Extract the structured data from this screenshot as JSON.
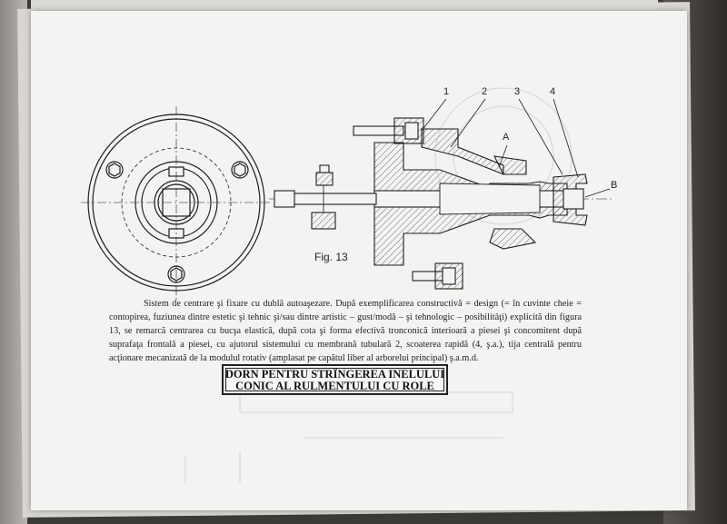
{
  "figure": {
    "label": "Fig. 13",
    "callouts": [
      "1",
      "2",
      "3",
      "4",
      "A",
      "B"
    ]
  },
  "caption": {
    "lines": [
      "Sistem de centrare şi fixare cu dublă autoaşezare. După exemplificarea constructivă = design (= în cuvinte cheie =",
      "contopirea, fuziunea dintre estetic şi tehnic şi/sau dintre artistic – gust/modă – şi tehnologic – posibilităţi) explicită din",
      "figura 13, se remarcă centrarea cu bucşa elastică, după cota şi forma efectivă tronconică interioară a piesei şi",
      "concomitent după suprafaţa frontală a piesei, cu ajutorul sistemului cu membrană tubulară 2, scoaterea rapidă (4, ş.a.),",
      "tija centrală pentru acţionare mecanizată de la modulul rotativ (amplasat pe capătul liber al arborelui principal) ş.a.m.d."
    ]
  },
  "title": {
    "line1": "DORN PENTRU STRÎNGEREA INELULUI",
    "line2": "CONIC AL RULMENTULUI CU ROLE"
  },
  "colors": {
    "page": "#f3f3f1",
    "ink": "#1e1e1e",
    "bleed_through": "#c8d0dc"
  }
}
